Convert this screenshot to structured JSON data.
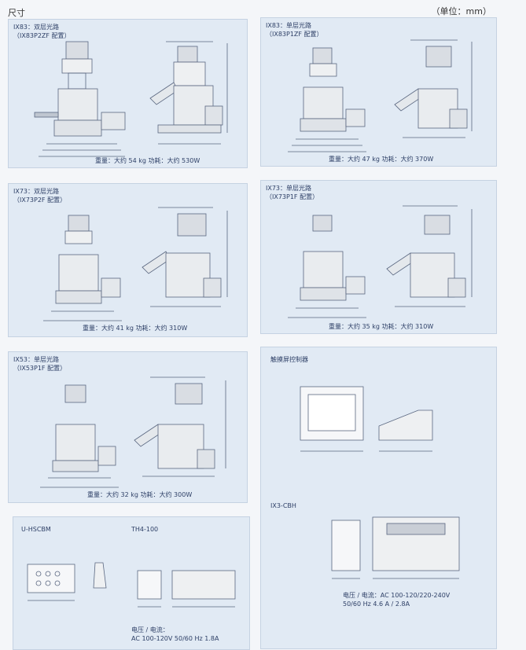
{
  "header": {
    "title": "尺寸",
    "unit": "（单位：mm）"
  },
  "panels": [
    {
      "id": "ix83-2f",
      "title": "IX83：双层光路\n（IX83P2ZF 配置）",
      "spec": "重量：大约 54 kg 功耗：大约 530W"
    },
    {
      "id": "ix83-1f",
      "title": "IX83：单层光路\n（IX83P1ZF 配置）",
      "spec": "重量：大约 47 kg 功耗：大约 370W"
    },
    {
      "id": "ix73-2f",
      "title": "IX73：双层光路\n（IX73P2F 配置）",
      "spec": "重量：大约 41 kg 功耗：大约 310W"
    },
    {
      "id": "ix73-1f",
      "title": "IX73：单层光路\n（IX73P1F 配置）",
      "spec": "重量：大约 35 kg 功耗：大约 310W"
    },
    {
      "id": "ix53-1f",
      "title": "IX53：单层光路\n（IX53P1F 配置）",
      "spec": "重量：大约 32 kg 功耗：大约 300W"
    }
  ],
  "touch_panel": {
    "title": "触摸屏控制器"
  },
  "cbh": {
    "title": "IX3-CBH",
    "power": "电压 / 电流：AC 100-120/220-240V\n50/60 Hz 4.6 A / 2.8A"
  },
  "hscbm": {
    "title": "U-HSCBM"
  },
  "th4": {
    "title": "TH4-100",
    "power": "电压 / 电流：\nAC 100-120V 50/60 Hz 1.8A"
  }
}
